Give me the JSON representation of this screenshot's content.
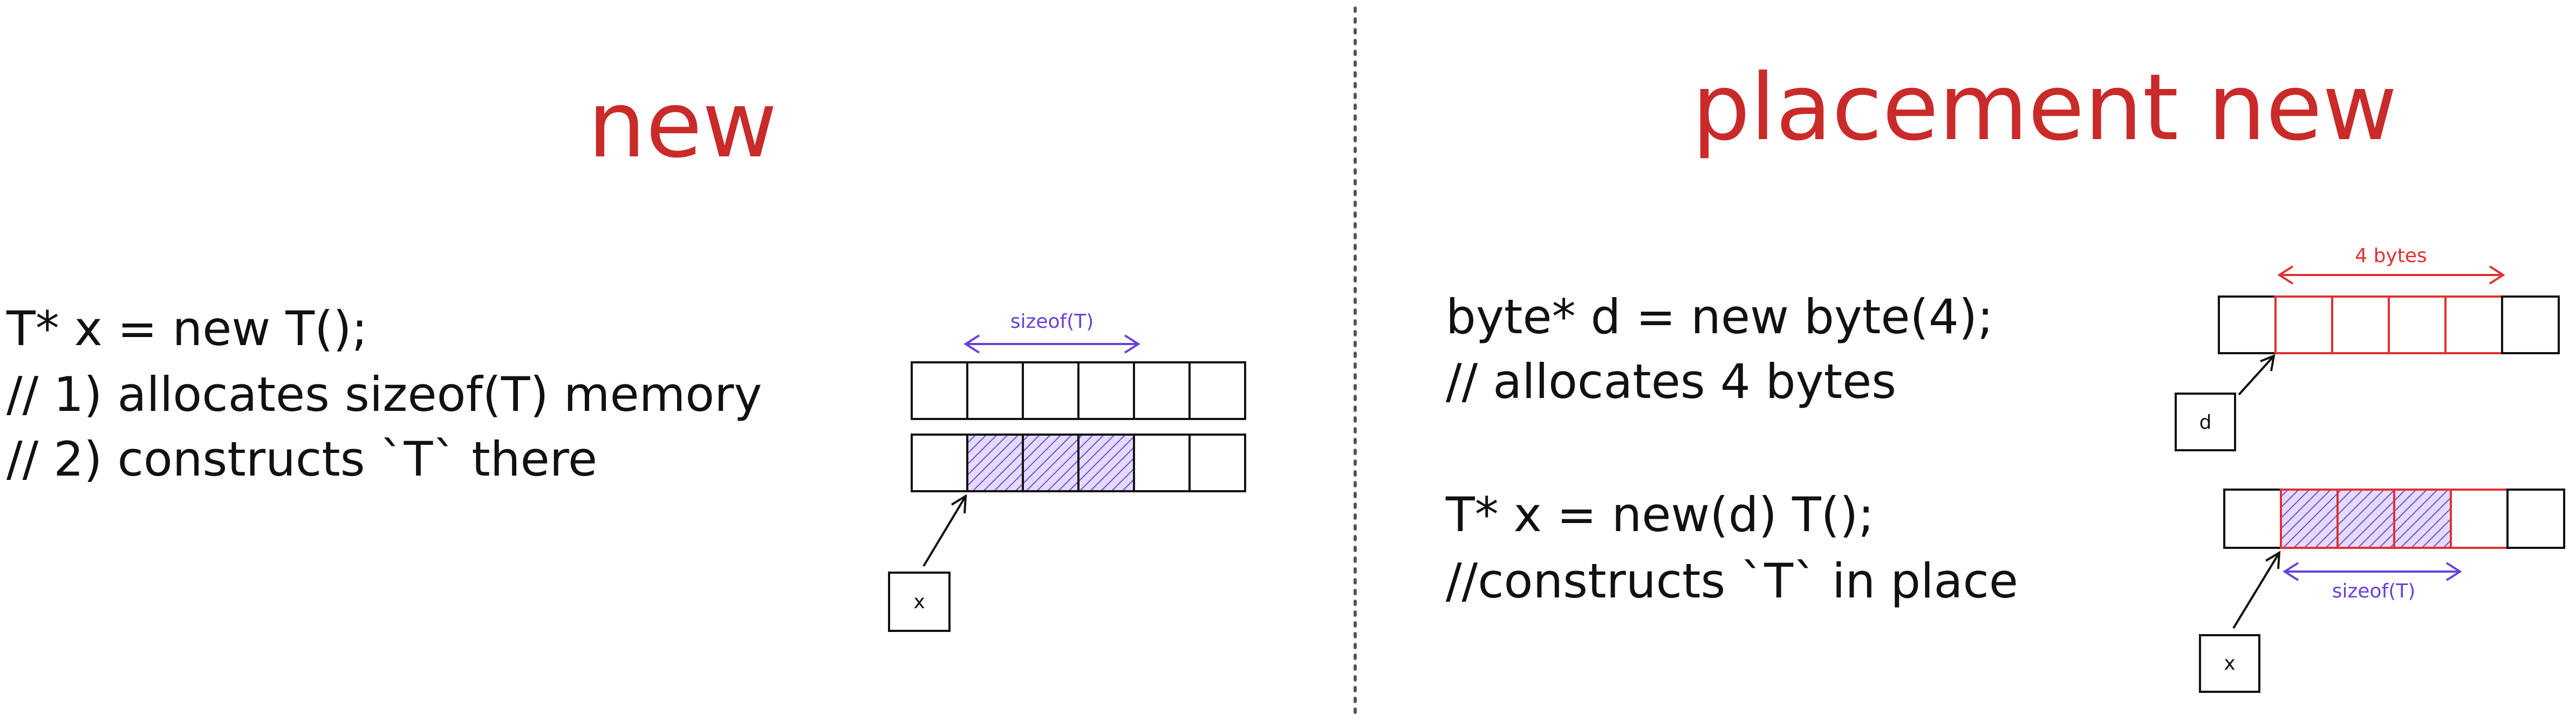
{
  "left": {
    "title": "new",
    "code_lines": [
      "T* x = new T();",
      "// 1) allocates sizeof(T) memory",
      "// 2) constructs `T` there"
    ],
    "measure_label": "sizeof(T)",
    "pointer_label": "x"
  },
  "right": {
    "title": "placement new",
    "code_block1": [
      "byte* d = new byte(4);",
      "// allocates 4 bytes"
    ],
    "code_block2": [
      "T* x = new(d) T();",
      "//constructs `T` in place"
    ],
    "bytes_label": "4 bytes",
    "pointer_d_label": "d",
    "measure_label": "sizeof(T)",
    "pointer_x_label": "x"
  },
  "colors": {
    "title": "#c92a2a",
    "text": "#111111",
    "sizeof_accent": "#6741d9",
    "bytes_accent": "#e03131",
    "hatch": "#7048e8"
  }
}
